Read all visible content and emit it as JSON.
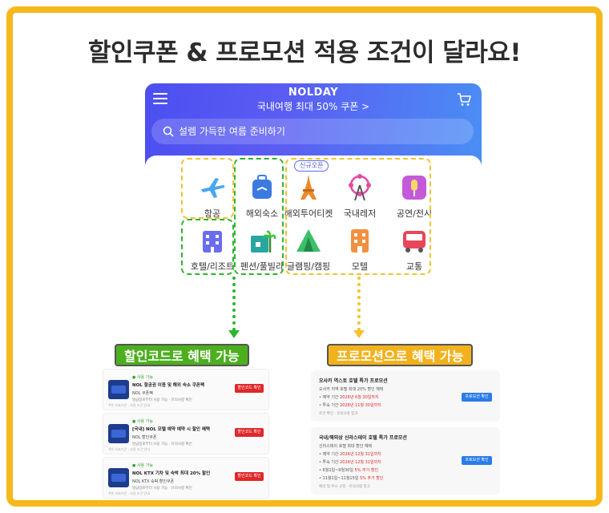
{
  "headline": "할인쿠폰 & 프로모션 적용 조건이 달라요!",
  "app": {
    "brand": "NOLDAY",
    "promo": "국내여행 최대 50% 쿠폰 >",
    "search_placeholder": "설렘 가득한 여름 준비하기",
    "new_badge": "신규오픈",
    "categories": [
      {
        "label": "항공",
        "icon": "airplane-icon",
        "color": "#4aa6f0"
      },
      {
        "label": "해외숙소",
        "icon": "suitcase-icon",
        "color": "#3b7be0"
      },
      {
        "label": "해외투어티켓",
        "icon": "eiffel-tower-icon",
        "color": "#e98a2b"
      },
      {
        "label": "국내레저",
        "icon": "ferris-wheel-icon",
        "color": "#e44aa0"
      },
      {
        "label": "공연/전시",
        "icon": "microphone-icon",
        "color": "#c45ad8"
      },
      {
        "label": "호텔/리조트",
        "icon": "hotel-icon",
        "color": "#6a6cf0"
      },
      {
        "label": "펜션/풀빌라",
        "icon": "villa-icon",
        "color": "#2aa6a0"
      },
      {
        "label": "글램핑/캠핑",
        "icon": "tent-icon",
        "color": "#3cbf6a"
      },
      {
        "label": "모텔",
        "icon": "building-icon",
        "color": "#f09040"
      },
      {
        "label": "교통",
        "icon": "bus-icon",
        "color": "#e8465a"
      }
    ]
  },
  "tags": {
    "coupon": "할인코드로 혜택 가능",
    "promotion": "프로모션으로 혜택 가능"
  },
  "coupons": [
    {
      "badge": "● 사용 가능",
      "title": "NOL 항공권 이용 및 해외 숙소 쿠폰팩",
      "sub": "NOL 쿠폰팩",
      "desc": "발급일로부터 사용 가능 · 유의사항 확인",
      "btn": "할인코드 확인",
      "foot": "쿠폰 유효기간 · 사용 조건 안내"
    },
    {
      "badge": "● 사용 가능",
      "title": "[국내] NOL 모텔 예약 예약 시 할인 혜택",
      "sub": "NOL 할인쿠폰",
      "desc": "발급일로부터 사용 가능 · 유의사항 확인",
      "btn": "할인코드 확인",
      "foot": "쿠폰 유효기간 · 사용 조건 안내"
    },
    {
      "badge": "● 사용 가능",
      "title": "NOL KTX 기차 및 숙박 최대 20% 할인",
      "sub": "NOL KTX 숙박 할인쿠폰",
      "desc": "발급일로부터 사용 가능 · 유의사항 확인",
      "btn": "할인코드 확인",
      "foot": "쿠폰 유효기간 · 사용 조건 안내"
    }
  ],
  "promotions": [
    {
      "title": "오사카 역스토 호텔 특가 프로모션",
      "lines": [
        {
          "text": "오사카 지역 호텔 최대 20% 할인 혜택",
          "red": ""
        },
        {
          "text": "• 예약 기간 ",
          "red": "2026년 6월 30일까지"
        },
        {
          "text": "• 투숙 기간 ",
          "red": "2026년 11월 30일까지"
        }
      ],
      "note": "조건 확인 · 유의사항 참고",
      "btn": "프로모션 확인"
    },
    {
      "title": "국내/해외상 신라스테이 호텔 특가 프로모션",
      "lines": [
        {
          "text": "신라스테이 호텔 최대 할인 혜택",
          "red": ""
        },
        {
          "text": "• 예약 기간 ",
          "red": "2026년 12월 31일까지"
        },
        {
          "text": "• 투숙 기간 ",
          "red": "2026년 12월 31일까지"
        },
        {
          "text": "• 6월1일~9월30일 ",
          "red": "5% 추가 할인"
        },
        {
          "text": "• 11월1일~11월15일 ",
          "red": "5% 추가 할인"
        }
      ],
      "note": "예약 및 취소 규정 · 유의사항 참고",
      "btn": "프로모션 확인"
    }
  ],
  "colors": {
    "frame": "#f6b81b",
    "outline_yellow": "#f2c230",
    "outline_green": "#2fb42f",
    "tag_green": "#4caf1e",
    "tag_yellow": "#f2b21c"
  }
}
